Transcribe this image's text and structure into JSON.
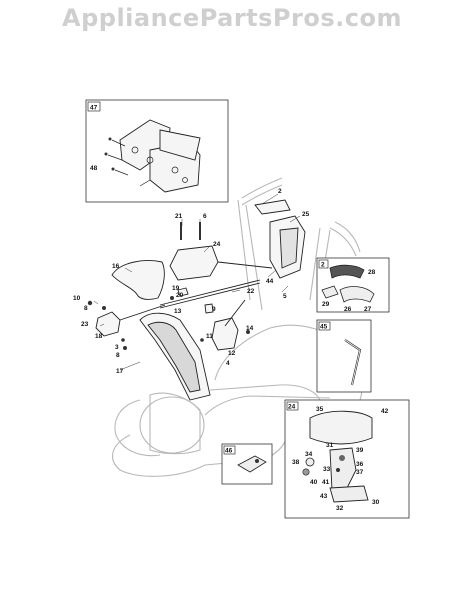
{
  "watermark": "AppliancePartsPros.com",
  "insets": {
    "top": "47",
    "shift_grip": "2",
    "cable": "45",
    "control": "24",
    "switch": "46"
  },
  "callouts": {
    "c48": "48",
    "c2": "2",
    "c25": "25",
    "c21": "21",
    "c6": "6",
    "c24": "24",
    "c16": "16",
    "c44": "44",
    "c5": "5",
    "c22": "22",
    "c19": "19",
    "c20": "20",
    "c10": "10",
    "c8a": "8",
    "c13": "13",
    "c9": "9",
    "c23": "23",
    "c18": "18",
    "c3": "3",
    "c8b": "8",
    "c17": "17",
    "c11": "11",
    "c12": "12",
    "c14": "14",
    "c4": "4",
    "c28": "28",
    "c29": "29",
    "c26": "26",
    "c27": "27",
    "c35": "35",
    "c42": "42",
    "c31": "31",
    "c39": "39",
    "c34": "34",
    "c38": "38",
    "c33": "33",
    "c36": "36",
    "c37": "37",
    "c40": "40",
    "c41": "41",
    "c43": "43",
    "c32": "32",
    "c30": "30"
  }
}
